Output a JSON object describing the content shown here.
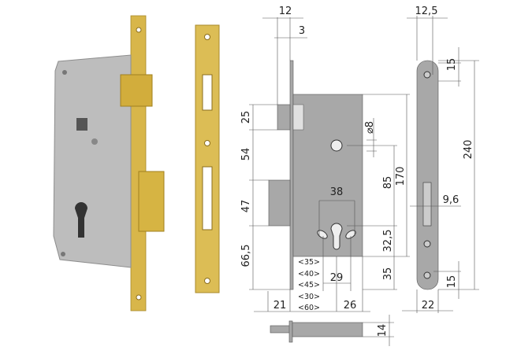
{
  "colors": {
    "brass": "#d9b84a",
    "case": "#b9b9b9",
    "drawing_fill": "#a8a8a8",
    "line": "#555555"
  },
  "drawing": {
    "top": {
      "faceplate_offset": "12",
      "faceplate_thickness": "3"
    },
    "left": {
      "latch": "25",
      "latch_to_follower": "54",
      "deadbolt": "47",
      "bottom": "66,5"
    },
    "body": {
      "follower_diameter": "⌀8",
      "cylinder_fixing_spacing": "38",
      "follower_to_cylinder": "85",
      "case_height": "170",
      "cylinder_to_case_bottom": "32,5",
      "cylinder_to_faceplate_bottom": "35",
      "fixing_spacing": "29"
    },
    "backsets": [
      "<35>",
      "<40>",
      "<45>",
      "<30>",
      "<60>"
    ],
    "bottom": {
      "bolt_throw": "21",
      "case_depth": "26"
    },
    "strike": {
      "width_top": "12,5",
      "hole_top": "15",
      "height": "240",
      "slot": "9,6",
      "hole_bottom": "15",
      "width": "22"
    },
    "end_view": {
      "thickness": "14"
    }
  }
}
